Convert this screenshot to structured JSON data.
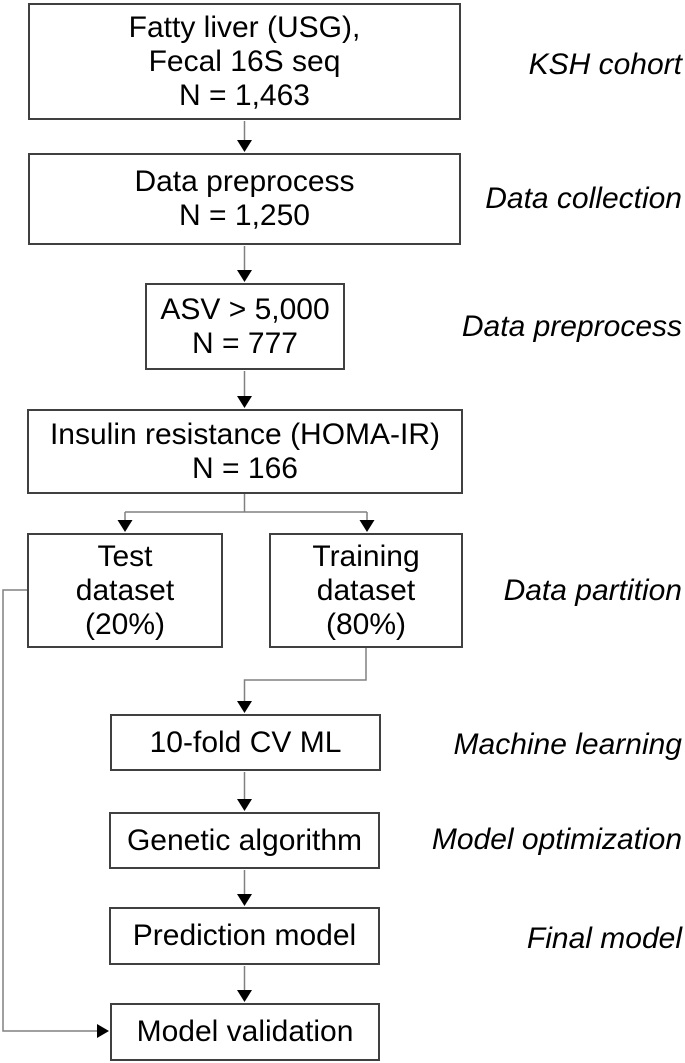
{
  "figure": {
    "boxes": {
      "fatty_liver": {
        "lines": [
          "Fatty liver (USG),",
          "Fecal 16S seq",
          "N = 1,463"
        ]
      },
      "data_preprocess": {
        "lines": [
          "Data preprocess",
          "N = 1,250"
        ]
      },
      "asv_filter": {
        "lines": [
          "ASV > 5,000",
          "N = 777"
        ]
      },
      "insulin_resistance": {
        "lines": [
          "Insulin resistance (HOMA-IR)",
          "N = 166"
        ]
      },
      "test_dataset": {
        "lines": [
          "Test",
          "dataset",
          "(20%)"
        ]
      },
      "training_dataset": {
        "lines": [
          "Training",
          "dataset",
          "(80%)"
        ]
      },
      "cv_ml": {
        "lines": [
          "10-fold CV ML"
        ]
      },
      "genetic_algorithm": {
        "lines": [
          "Genetic algorithm"
        ]
      },
      "prediction_model": {
        "lines": [
          "Prediction model"
        ]
      },
      "model_validation": {
        "lines": [
          "Model validation"
        ]
      }
    },
    "stage_labels": {
      "ksh_cohort": "KSH cohort",
      "data_collection": "Data collection",
      "data_preprocess": "Data preprocess",
      "data_partition": "Data partition",
      "machine_learning": "Machine learning",
      "model_optimization": "Model optimization",
      "final_model": "Final model"
    },
    "colors": {
      "box_border": "#404040",
      "connector_line": "#808080",
      "arrowhead": "#000000",
      "text": "#000000",
      "background": "#ffffff"
    }
  }
}
